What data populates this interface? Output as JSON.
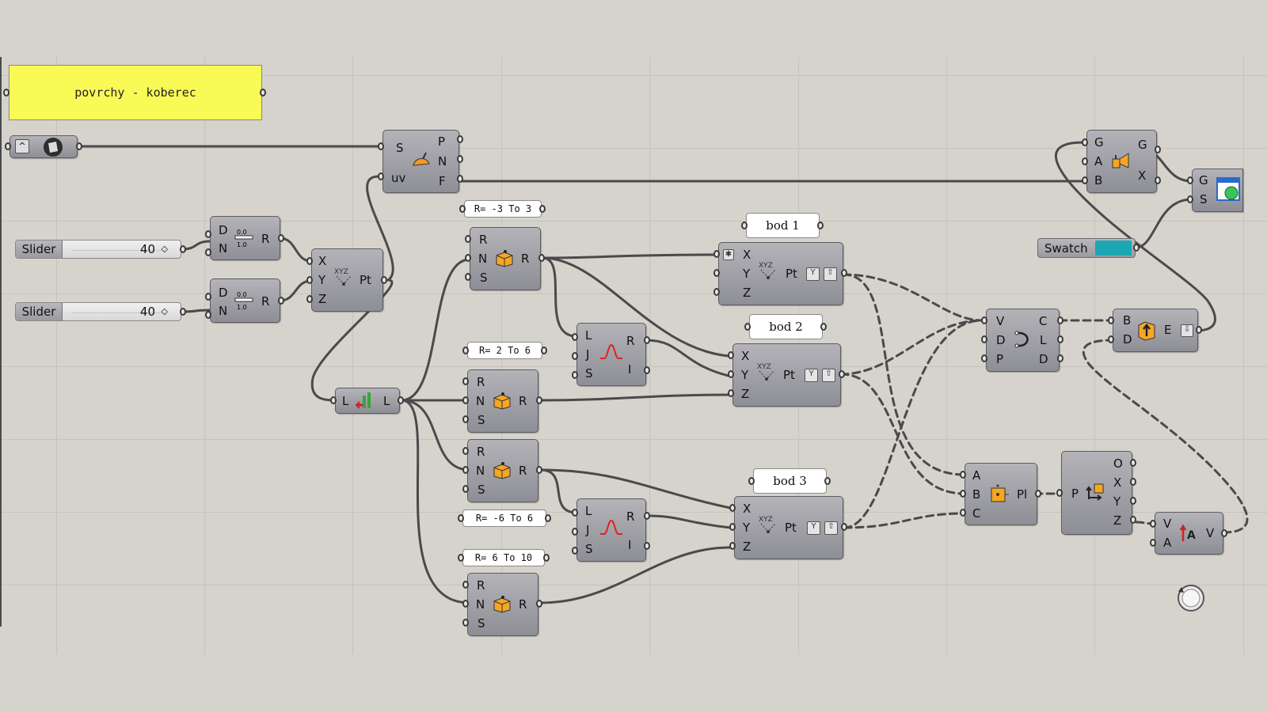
{
  "note": {
    "text": "povrchy - koberec"
  },
  "sliders": [
    {
      "label": "Slider",
      "value": "40"
    },
    {
      "label": "Slider",
      "value": "40"
    }
  ],
  "panels": {
    "r1": "R= -3 To 3",
    "r2": "R= 2 To 6",
    "r3": "R= -6 To 6",
    "r4": "R= 6 To 10",
    "bod1": "bod 1",
    "bod2": "bod 2",
    "bod3": "bod 3"
  },
  "swatch": {
    "label": "Swatch",
    "color": "#1aa7b3"
  },
  "components": {
    "surface_eval": {
      "inputs": [
        "S",
        "uv"
      ],
      "outputs": [
        "P",
        "N",
        "F"
      ]
    },
    "divide1": {
      "inputs": [
        "D",
        "N"
      ],
      "outputs": [
        "R"
      ]
    },
    "divide2": {
      "inputs": [
        "D",
        "N"
      ],
      "outputs": [
        "R"
      ]
    },
    "construct_pt": {
      "inputs": [
        "X",
        "Y",
        "Z"
      ],
      "outputs": [
        "Pt"
      ]
    },
    "list_item": {
      "inputs": [
        "L"
      ],
      "outputs": [
        "L"
      ]
    },
    "random1": {
      "inputs": [
        "R",
        "N",
        "S"
      ],
      "outputs": [
        "R"
      ]
    },
    "random2": {
      "inputs": [
        "R",
        "N",
        "S"
      ],
      "outputs": [
        "R"
      ]
    },
    "random3": {
      "inputs": [
        "R",
        "N",
        "S"
      ],
      "outputs": [
        "R"
      ]
    },
    "random4": {
      "inputs": [
        "R",
        "N",
        "S"
      ],
      "outputs": [
        "R"
      ]
    },
    "graph1": {
      "inputs": [
        "L",
        "J",
        "S"
      ],
      "outputs": [
        "R",
        "I"
      ]
    },
    "graph2": {
      "inputs": [
        "L",
        "J",
        "S"
      ],
      "outputs": [
        "R",
        "I"
      ]
    },
    "point1": {
      "inputs": [
        "X",
        "Y",
        "Z"
      ],
      "outputs": [
        "Pt"
      ]
    },
    "point2": {
      "inputs": [
        "X",
        "Y",
        "Z"
      ],
      "outputs": [
        "Pt"
      ]
    },
    "point3": {
      "inputs": [
        "X",
        "Y",
        "Z"
      ],
      "outputs": [
        "Pt"
      ]
    },
    "curve": {
      "inputs": [
        "V",
        "D",
        "P"
      ],
      "outputs": [
        "C",
        "L",
        "D"
      ]
    },
    "plane3pt": {
      "inputs": [
        "A",
        "B",
        "C"
      ],
      "outputs": [
        "Pl"
      ]
    },
    "decon_plane": {
      "inputs": [
        "P"
      ],
      "outputs": [
        "O",
        "X",
        "Y",
        "Z"
      ]
    },
    "amplitude": {
      "inputs": [
        "V",
        "A"
      ],
      "outputs": [
        "V"
      ]
    },
    "extrude": {
      "inputs": [
        "B",
        "D"
      ],
      "outputs": [
        "E"
      ]
    },
    "preview": {
      "inputs": [
        "G",
        "A",
        "B"
      ],
      "outputs": [
        "G",
        "X"
      ]
    },
    "custom_preview": {
      "inputs": [
        "G",
        "S"
      ],
      "outputs": []
    }
  },
  "icons": [
    "surface-param-icon",
    "surface-eval-icon",
    "divide-range-icon",
    "construct-point-icon",
    "list-item-icon",
    "random-icon",
    "graph-mapper-icon",
    "interpolate-curve-icon",
    "plane-3pt-icon",
    "deconstruct-plane-icon",
    "amplitude-icon",
    "extrude-icon",
    "orient-icon",
    "custom-preview-icon",
    "canvas-navigator-icon"
  ],
  "colors": {
    "canvas": "#d6d3cd",
    "note": "#fafa57",
    "component": "#9c9ca3",
    "swatch": "#1aa7b3",
    "wire": "#4a4a4a"
  }
}
